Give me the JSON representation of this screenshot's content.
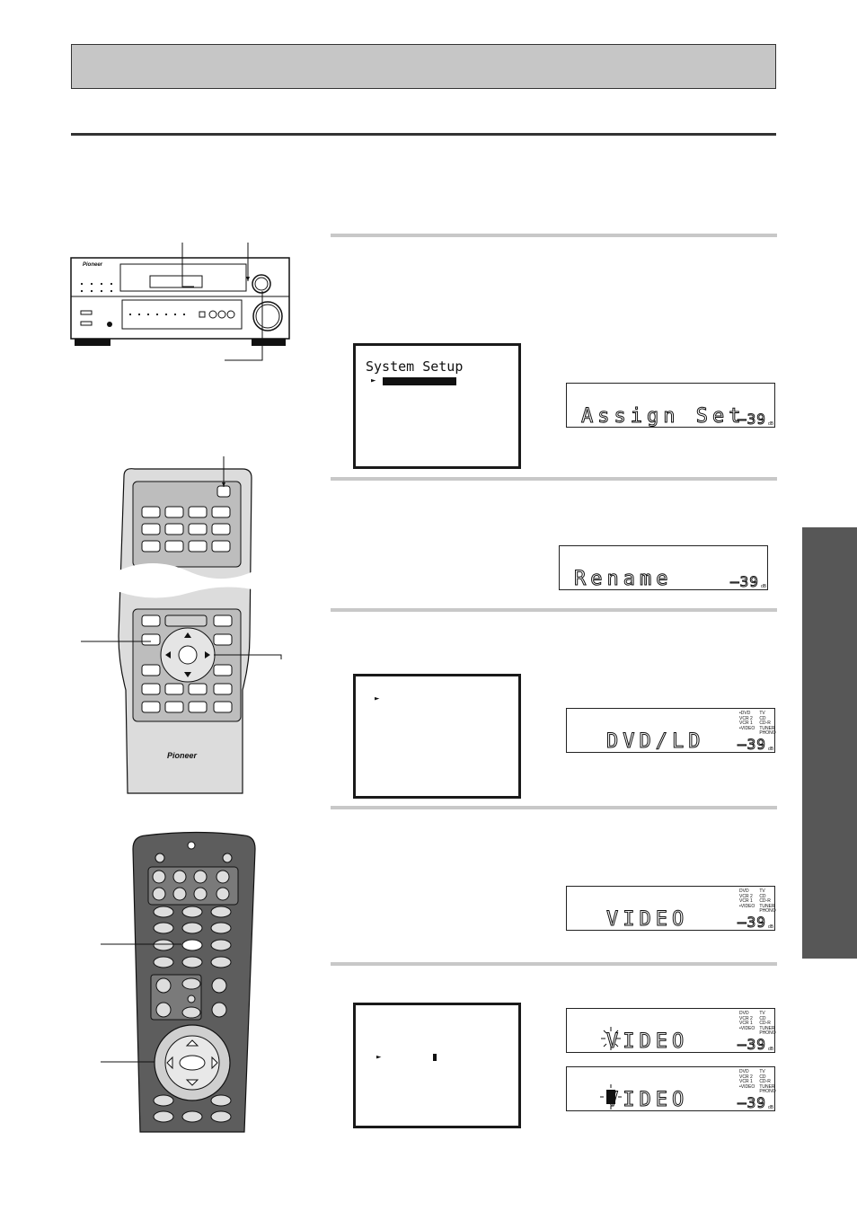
{
  "osd1": {
    "title": "System Setup",
    "cursor": "►"
  },
  "osd3": {
    "cursor": "►"
  },
  "osd5": {
    "cursor": "►"
  },
  "lcd1": {
    "text": "Assign Set",
    "volume": "–39",
    "unit": "dB"
  },
  "lcd2": {
    "text": "Rename",
    "volume": "–39",
    "unit": "dB"
  },
  "lcd3": {
    "text": "DVD/LD",
    "volume": "–39",
    "unit": "dB",
    "inputs_left": "•DVD\nVCR 2\nVCR 1\n•VIDEO",
    "inputs_right": "TV\nCD\nCD-R\nTUNER\nPHONO"
  },
  "lcd4": {
    "text": "VIDEO",
    "volume": "–39",
    "unit": "dB",
    "inputs_left": "DVD\nVCR 2\nVCR 1\n•VIDEO",
    "inputs_right": "TV\nCD\nCD-R\nTUNER\nPHONO"
  },
  "lcd5a": {
    "text": "VIDEO",
    "volume": "–39",
    "unit": "dB",
    "inputs_left": "DVD\nVCR 2\nVCR 1\n•VIDEO",
    "inputs_right": "TV\nCD\nCD-R\nTUNER\nPHONO"
  },
  "lcd5b": {
    "text": "VIDEO",
    "volume": "–39",
    "unit": "dB",
    "inputs_left": "DVD\nVCR 2\nVCR 1\n•VIDEO",
    "inputs_right": "TV\nCD\nCD-R\nTUNER\nPHONO"
  },
  "brand": {
    "receiver": "Pioneer",
    "remote": "Pioneer"
  }
}
